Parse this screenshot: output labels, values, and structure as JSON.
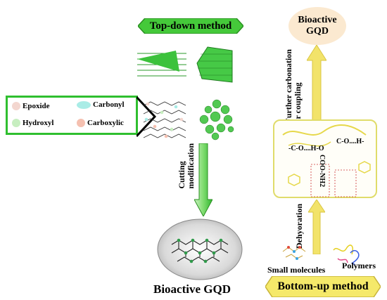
{
  "top_banner": {
    "label": "Top-down method"
  },
  "bottom_banner": {
    "label": "Bottom-up method"
  },
  "legend": {
    "items": [
      {
        "label": "Epoxide",
        "color": "#f3d6cf"
      },
      {
        "label": "Carbonyl",
        "color": "#a9ece6"
      },
      {
        "label": "Hydroxyl",
        "color": "#c7eec0"
      },
      {
        "label": "Carboxylic",
        "color": "#f5c0b0"
      }
    ]
  },
  "cutting_label": "Cutting modification",
  "cutting_lines": [
    "Cutting",
    "modification"
  ],
  "bioactive_gqd_bottom": "Bioactive GQD",
  "bioactive_gqd_top": {
    "line1": "Bioactive",
    "line2": "GQD"
  },
  "further_lines": [
    "Further carbonation",
    "or coupling"
  ],
  "dehydration_label": "Dehyoration",
  "chem": {
    "line_left": "-C-O....H-O",
    "line_right": "C-O....H-",
    "coo_nh2": "COO-NH2"
  },
  "small_molecules_label": "Small molecules",
  "polymers_label": "Polymers",
  "colors": {
    "green": "#2fbf2f",
    "arrow_yellow": "#f2e36a",
    "oval_fill": "#fbe9d0"
  }
}
